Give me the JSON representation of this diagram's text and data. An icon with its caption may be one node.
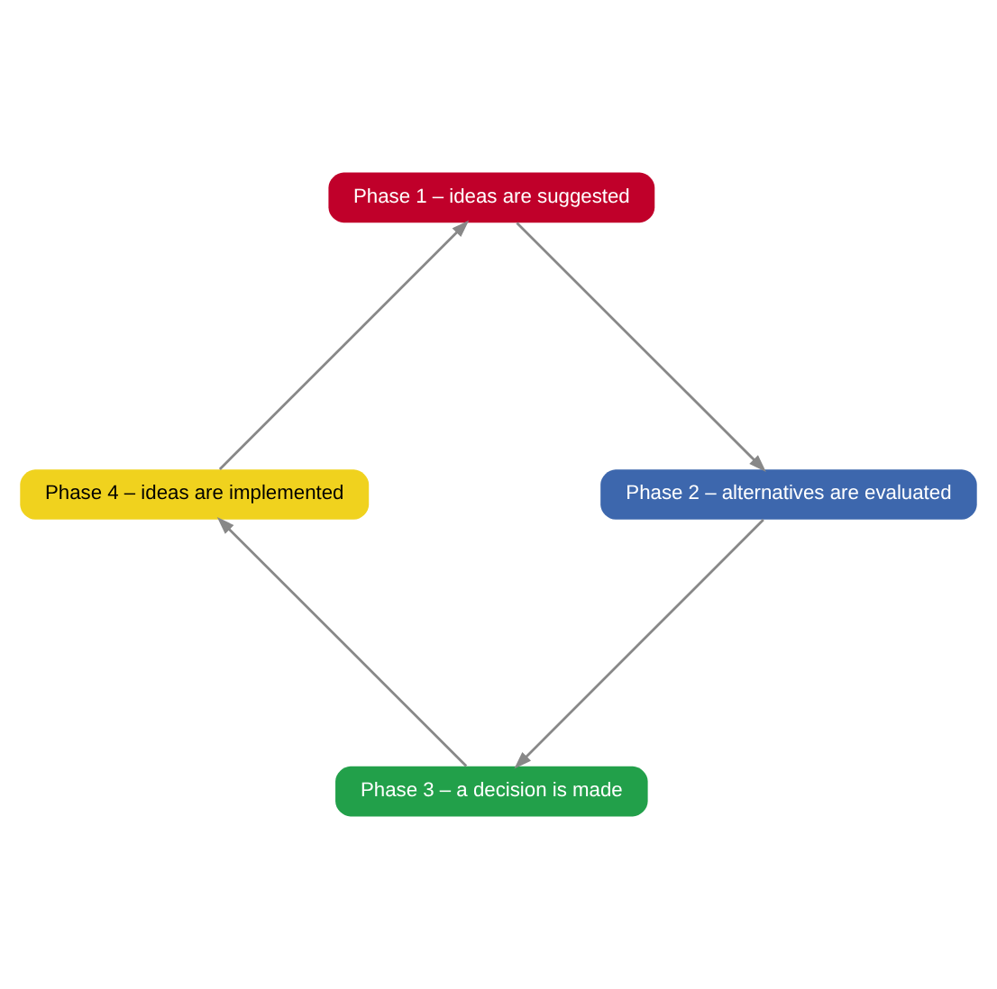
{
  "diagram": {
    "nodes": [
      {
        "text": [
          "Phase 3 – a decision is made"
        ]
      },
      {
        "text": [
          "Phase 4 – ideas are implemented"
        ]
      },
      {
        "text": [
          "Phase 2 – alternatives are evaluated"
        ]
      },
      {
        "text": [
          "Phase 1 – ideas are suggested"
        ]
      }
    ],
    "edges": [
      {
        "from": 3,
        "to": 2,
        "arrow": "to"
      },
      {
        "from": 2,
        "to": 0,
        "arrow": "to"
      },
      {
        "from": 0,
        "to": 1,
        "arrow": "to"
      },
      {
        "from": 1,
        "to": 3,
        "arrow": "to"
      }
    ]
  }
}
